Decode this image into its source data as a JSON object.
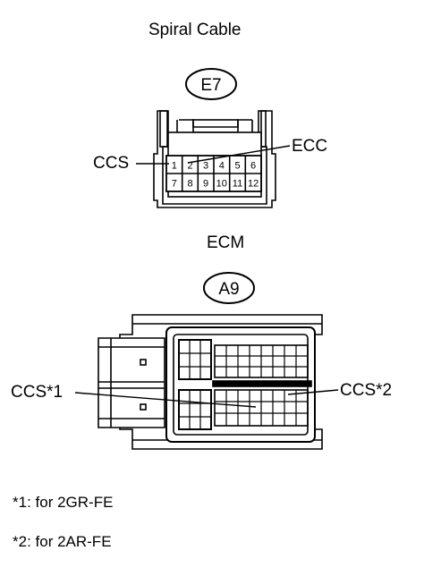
{
  "spiral": {
    "title": "Spiral Cable",
    "connector_id": "E7",
    "pins_top": [
      "1",
      "2",
      "3",
      "4",
      "5",
      "6"
    ],
    "pins_bottom": [
      "7",
      "8",
      "9",
      "10",
      "11",
      "12"
    ],
    "label_left": "CCS",
    "label_right": "ECC"
  },
  "ecm": {
    "title": "ECM",
    "connector_id": "A9",
    "label_left": "CCS*1",
    "label_right": "CCS*2"
  },
  "notes": [
    "*1: for 2GR-FE",
    "*2: for 2AR-FE"
  ]
}
